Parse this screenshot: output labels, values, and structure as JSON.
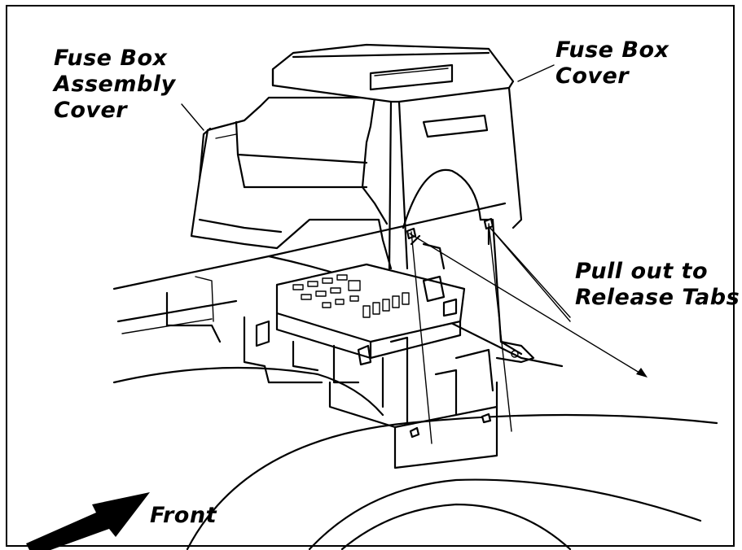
{
  "labels": {
    "assembly_cover": "Fuse Box\nAssembly\nCover",
    "box_cover": "Fuse Box\nCover",
    "release_tabs": "Pull out to\nRelease Tabs",
    "front": "Front"
  },
  "icons": {
    "direction_arrow": "arrow-icon"
  }
}
